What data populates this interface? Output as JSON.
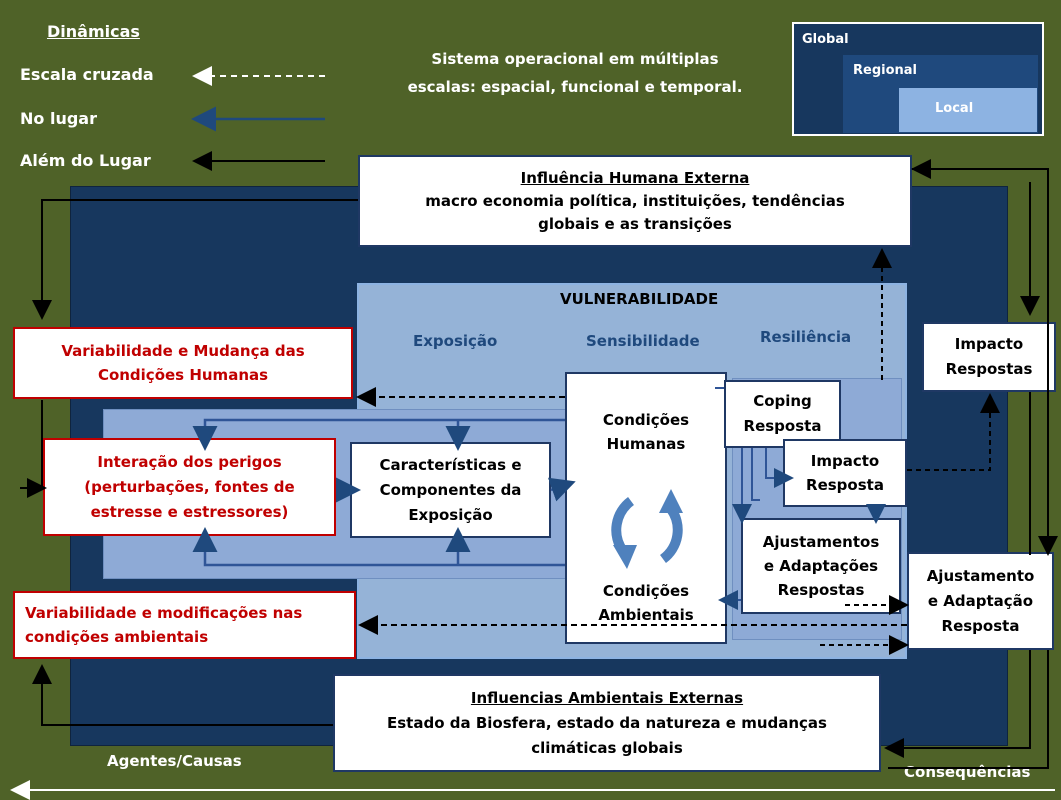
{
  "legend": {
    "title": "Dinâmicas",
    "cross_scale": "Escala cruzada",
    "in_place": "No lugar",
    "beyond_place": "Além do Lugar"
  },
  "system_text": {
    "line1": "Sistema operacional em múltiplas",
    "line2": "escalas: espacial, funcional e temporal."
  },
  "scale_boxes": {
    "global": "Global",
    "regional": "Regional",
    "local": "Local"
  },
  "external_human": {
    "title": "Influência Humana Externa",
    "line1": "macro economia política, instituições, tendências",
    "line2": "globais e as transições"
  },
  "vulnerability": {
    "title": "VULNERABILIDADE",
    "exposure": "Exposição",
    "sensitivity": "Sensibilidade",
    "resilience": "Resiliência"
  },
  "human_conditions_change": {
    "line1": "Variabilidade e Mudança das",
    "line2": "Condições Humanas"
  },
  "hazard_interaction": {
    "line1": "Interação dos perigos",
    "line2": "(perturbações, fontes de",
    "line3": "estresse e estressores)"
  },
  "env_conditions_change": {
    "line1": "Variabilidade e modificações nas",
    "line2": "condições ambientais"
  },
  "exposure_components": {
    "line1": "Características e",
    "line2": "Componentes da",
    "line3": "Exposição"
  },
  "conditions": {
    "human_line1": "Condições",
    "human_line2": "Humanas",
    "env_line1": "Condições",
    "env_line2": "Ambientais"
  },
  "coping": {
    "line1": "Coping",
    "line2": "Resposta"
  },
  "impact_inner": {
    "line1": "Impacto",
    "line2": "Resposta"
  },
  "adjust_inner": {
    "line1": "Ajustamentos",
    "line2": "e Adaptações",
    "line3": "Respostas"
  },
  "impact_outer": {
    "line1": "Impacto",
    "line2": "Respostas"
  },
  "adjust_outer": {
    "line1": "Ajustamento",
    "line2": "e Adaptação",
    "line3": "Resposta"
  },
  "external_env": {
    "title": "Influencias Ambientais Externas",
    "line1": "Estado da Biosfera, estado da natureza e mudanças",
    "line2": "climáticas globais"
  },
  "bottom": {
    "causes": "Agentes/Causas",
    "consequences": "Consequências"
  },
  "colors": {
    "background": "#4f6228",
    "navy": "#17375e",
    "light_blue": "#95b3d7",
    "red_text": "#c00000"
  }
}
